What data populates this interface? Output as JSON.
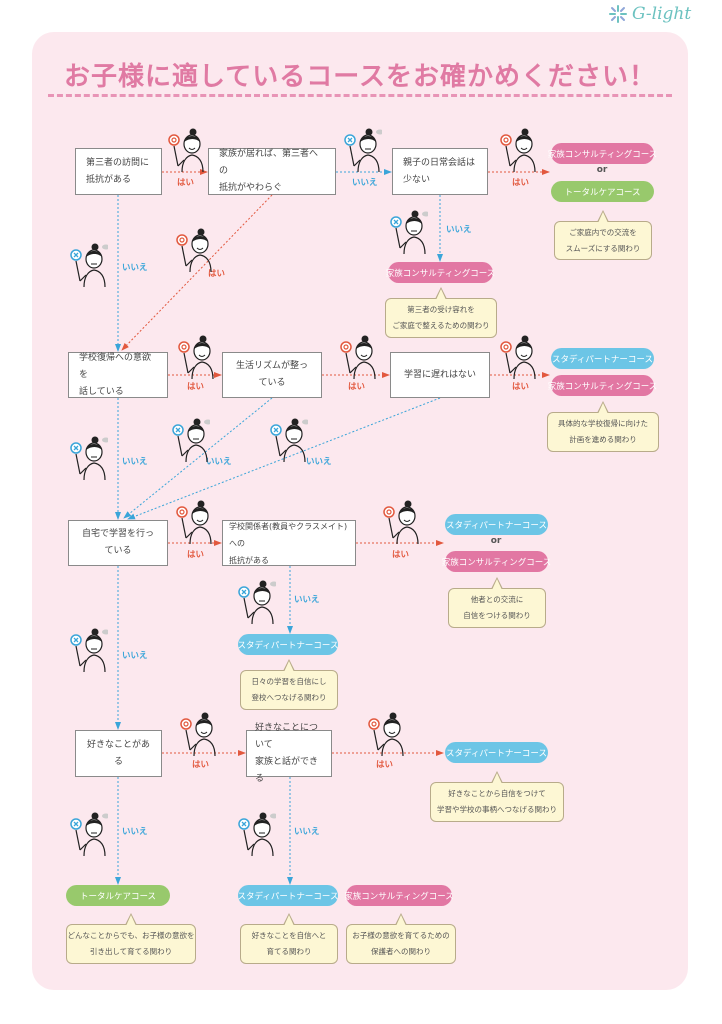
{
  "brand": {
    "logo": "G-light"
  },
  "title": "お子様に適しているコースをお確かめください！",
  "labels": {
    "yes": "はい",
    "no": "いいえ",
    "or": "or"
  },
  "colors": {
    "title": "#e07aa3",
    "yes": "#e2583e",
    "no": "#3aa5d9",
    "family": "#e277a3",
    "study": "#6cc5e6",
    "total": "#98c96c",
    "panel": "#fce8ee"
  },
  "courses": {
    "family": "家族コンサルティングコース",
    "study": "スタディパートナーコース",
    "total": "トータルケアコース"
  },
  "questions": {
    "q1": "第三者の訪問に\n抵抗がある",
    "q2": "家族が居れば、第三者への\n抵抗がやわらぐ",
    "q3": "親子の日常会話は\n少ない",
    "q4": "学校復帰への意欲を\n話している",
    "q5": "生活リズムが整っている",
    "q6": "学習に遅れはない",
    "q7": "自宅で学習を行っている",
    "q8": "学校関係者(教員やクラスメイト)への\n抵抗がある",
    "q9": "好きなことがある",
    "q10": "好きなことについて\n家族と話ができる"
  },
  "notes": {
    "n1": "ご家庭内での交流を\nスムーズにする関わり",
    "n2": "第三者の受け容れを\nご家庭で整えるための関わり",
    "n3": "具体的な学校復帰に向けた\n計画を進める関わり",
    "n4": "他者との交流に\n自信をつける関わり",
    "n5": "日々の学習を自信にし\n登校へつなげる関わり",
    "n6": "好きなことから自信をつけて\n学習や学校の事柄へつなげる関わり",
    "n7": "どんなことからでも、お子様の意欲を\n引き出して育てる関わり",
    "n8": "好きなことを自信へと\n育てる関わり",
    "n9": "お子様の意欲を育てるための\n保護者への関わり"
  }
}
